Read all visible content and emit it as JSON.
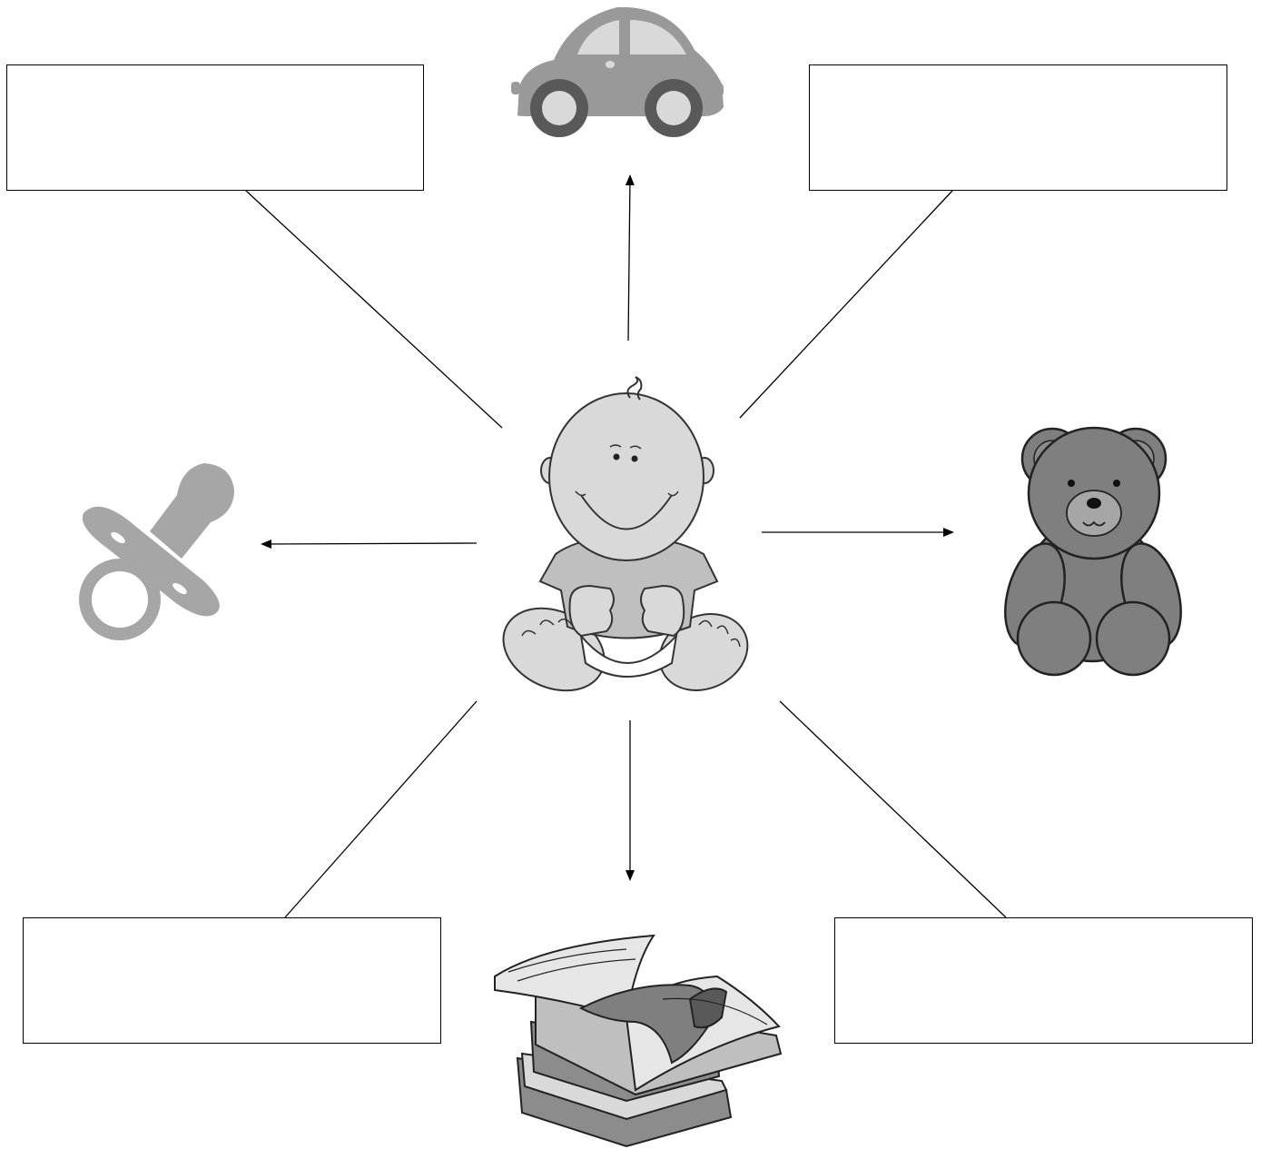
{
  "diagram": {
    "center": {
      "icon": "baby-icon"
    },
    "arrow_targets": [
      {
        "name": "car-icon",
        "direction": "up"
      },
      {
        "name": "teddy-bear-icon",
        "direction": "right"
      },
      {
        "name": "book-stack-icon",
        "direction": "down"
      },
      {
        "name": "pacifier-icon",
        "direction": "left"
      }
    ],
    "answer_boxes": [
      {
        "position": "top-left",
        "text": ""
      },
      {
        "position": "top-right",
        "text": ""
      },
      {
        "position": "bottom-left",
        "text": ""
      },
      {
        "position": "bottom-right",
        "text": ""
      }
    ],
    "colors": {
      "line": "#000000",
      "light_gray": "#d9d9d9",
      "mid_gray": "#a6a6a6",
      "dark_gray": "#7f7f7f",
      "outline": "#333333"
    }
  }
}
